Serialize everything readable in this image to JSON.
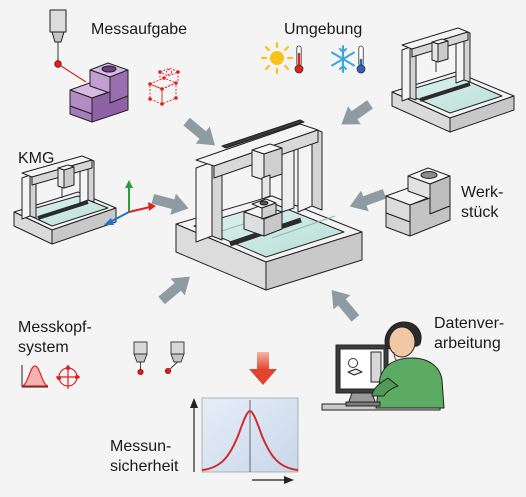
{
  "labels": {
    "measuring_task": "Messaufgabe",
    "environment": "Umgebung",
    "cmm": "KMG",
    "workpiece_line1": "Werk-",
    "workpiece_line2": "stück",
    "probe_line1": "Messkopf-",
    "probe_line2": "system",
    "data_line1": "Datenver-",
    "data_line2": "arbeitung",
    "uncertainty_line1": "Messun-",
    "uncertainty_line2": "sicherheit"
  },
  "colors": {
    "background": "#f4f4f4",
    "arrow": "#8f9ba3",
    "result_arrow": "#e0442f",
    "workpiece": "#b48cc4",
    "table_glass": "#cde8e2",
    "machine": "#eeeeee",
    "curve": "#d12a2a",
    "sun": "#f6c21a",
    "snow": "#3ba6dd",
    "shirt": "#5cab62"
  },
  "icons": [
    "sun-icon",
    "thermometer-icon",
    "snowflake-icon",
    "probe-icon",
    "gaussian-curve-icon",
    "circle-fit-icon"
  ]
}
